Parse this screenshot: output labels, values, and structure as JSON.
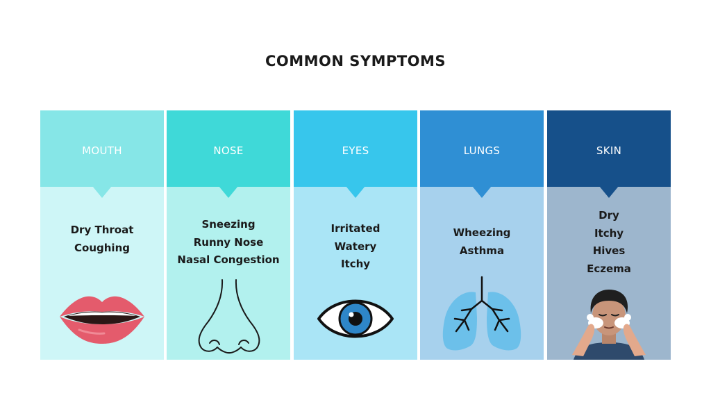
{
  "title": "COMMON SYMPTOMS",
  "columns": [
    {
      "label": "MOUTH",
      "symptoms": [
        "Dry Throat",
        "Coughing"
      ],
      "header_color": "#86e6e7",
      "body_color": "#cef6f7",
      "icon": "lips-icon"
    },
    {
      "label": "NOSE",
      "symptoms": [
        "Sneezing",
        "Runny Nose",
        "Nasal Congestion"
      ],
      "header_color": "#3fd9d8",
      "body_color": "#b2f1ee",
      "icon": "nose-icon"
    },
    {
      "label": "EYES",
      "symptoms": [
        "Irritated",
        "Watery",
        "Itchy"
      ],
      "header_color": "#37c6ec",
      "body_color": "#aae5f6",
      "icon": "eye-icon"
    },
    {
      "label": "LUNGS",
      "symptoms": [
        "Wheezing",
        "Asthma"
      ],
      "header_color": "#2f8fd4",
      "body_color": "#a7d1ed",
      "icon": "lungs-icon"
    },
    {
      "label": "SKIN",
      "symptoms": [
        "Dry",
        "Itchy",
        "Hives",
        "Eczema"
      ],
      "header_color": "#16508a",
      "body_color": "#9db6cd",
      "icon": "face-washing-icon"
    }
  ]
}
